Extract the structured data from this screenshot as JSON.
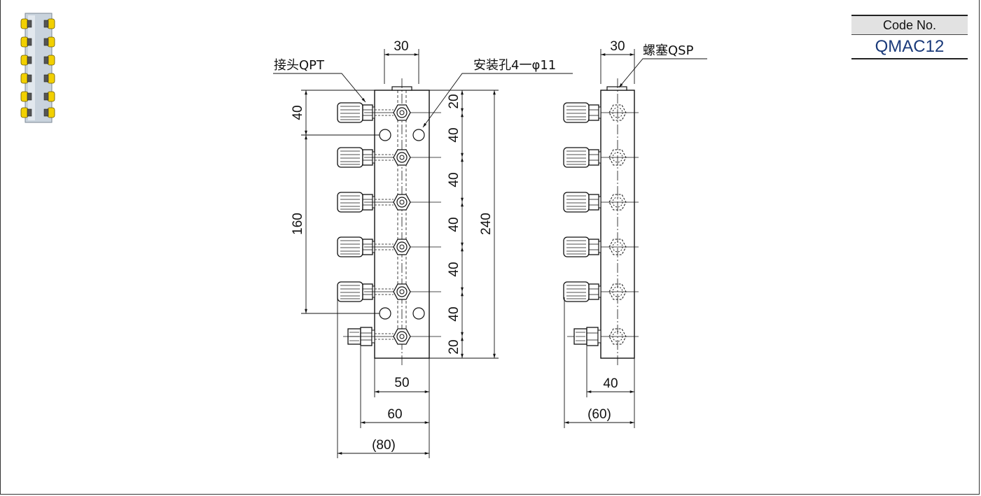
{
  "code_box": {
    "header": "Code No.",
    "value": "QMAC12"
  },
  "callouts": {
    "joint": "接头QPT",
    "mount_hole": "安装孔4一φ11",
    "plug": "螺塞QSP"
  },
  "front_dims": {
    "top_width": "30",
    "left_40": "40",
    "left_160": "160",
    "pitch_top": "20",
    "pitch_1": "40",
    "pitch_2": "40",
    "pitch_3": "40",
    "pitch_4": "40",
    "pitch_5": "40",
    "pitch_bottom": "20",
    "total_height": "240",
    "bottom_50": "50",
    "bottom_60": "60",
    "bottom_80": "(80)"
  },
  "side_dims": {
    "top_width": "30",
    "bottom_40": "40",
    "bottom_60": "(60)"
  },
  "colors": {
    "line": "#1a1a1a",
    "code_value": "#1a3a7a",
    "fitting_yellow": "#f2d000"
  }
}
